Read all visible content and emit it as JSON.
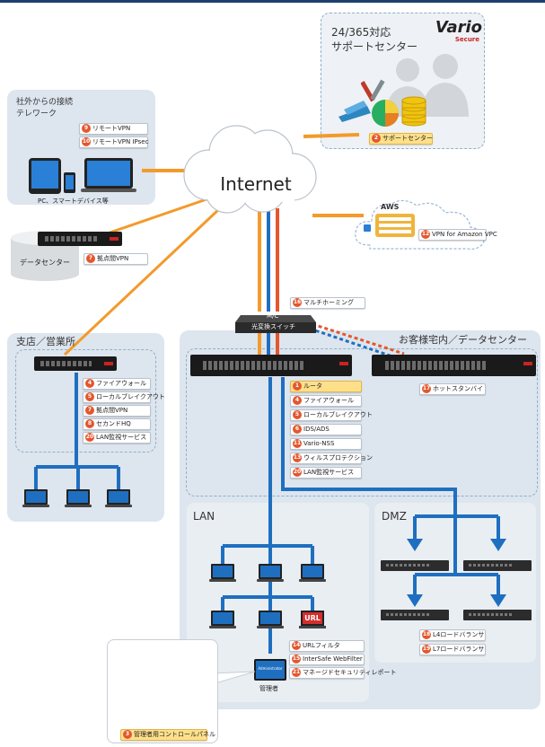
{
  "support": {
    "title_line1": "24/365対応",
    "title_line2": "サポートセンター",
    "logo_main": "Vario",
    "logo_sub": "Secure",
    "label_num": "2",
    "label_text": "サポートセンター"
  },
  "remote": {
    "title_line1": "社外からの接続",
    "title_line2": "テレワーク",
    "labels": [
      {
        "num": "9",
        "text": "リモートVPN"
      },
      {
        "num": "10",
        "text": "リモートVPN IPsec"
      }
    ],
    "device_caption": "PC、スマートデバイス等"
  },
  "internet": {
    "label": "Internet"
  },
  "datacenter": {
    "caption": "データセンター",
    "label_num": "7",
    "label_text": "拠点間VPN"
  },
  "aws": {
    "title": "AWS",
    "label_num": "12",
    "label_text": "VPN for Amazon VPC"
  },
  "mc": {
    "label_num": "16",
    "label_text": "マルチホーミング",
    "switch_line1": "M/C",
    "switch_line2": "光変換スイッチ"
  },
  "branch": {
    "title": "支店／営業所",
    "labels": [
      {
        "num": "4",
        "text": "ファイアウォール"
      },
      {
        "num": "5",
        "text": "ローカルブレイクアウト"
      },
      {
        "num": "7",
        "text": "拠点間VPN"
      },
      {
        "num": "8",
        "text": "セカンドHQ"
      },
      {
        "num": "20",
        "text": "LAN監視サービス"
      }
    ]
  },
  "customer": {
    "title": "お客様宅内／データセンター",
    "hot_standby_num": "17",
    "hot_standby_text": "ホットスタンバイ",
    "labels": [
      {
        "num": "1",
        "text": "ルータ"
      },
      {
        "num": "4",
        "text": "ファイアウォール"
      },
      {
        "num": "5",
        "text": "ローカルブレイクアウト"
      },
      {
        "num": "6",
        "text": "IDS/ADS"
      },
      {
        "num": "11",
        "text": "Vario-NSS"
      },
      {
        "num": "13",
        "text": "ウィルスプロテクション"
      },
      {
        "num": "20",
        "text": "LAN監視サービス"
      }
    ]
  },
  "lan": {
    "title": "LAN",
    "url_badge": "URL",
    "admin_screen": "Administrator",
    "admin_caption": "管理者",
    "labels": [
      {
        "num": "14",
        "text": "URLフィルタ"
      },
      {
        "num": "15",
        "text": "InterSafe WebFilter"
      },
      {
        "num": "21",
        "text": "マネージドセキュリティレポート"
      }
    ]
  },
  "dmz": {
    "title": "DMZ",
    "labels": [
      {
        "num": "18",
        "text": "L4ロードバランサ"
      },
      {
        "num": "19",
        "text": "L7ロードバランサ"
      }
    ]
  },
  "admin_panel": {
    "label_num": "3",
    "label_text": "管理者用コントロールパネル"
  },
  "colors": {
    "orange": "#f39a2b",
    "blue": "#1f6fc0",
    "red": "#e4572e",
    "panel": "#dde5ee",
    "header_bar": "#1d3f6e"
  }
}
